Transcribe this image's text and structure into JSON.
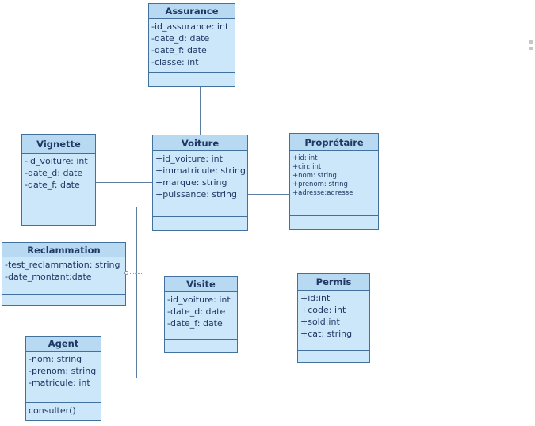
{
  "colors": {
    "box_border": "#41719C",
    "header_fill": "#B8D9F2",
    "body_fill": "#CDE7FA",
    "text": "#1F3864",
    "connector": "#5B7DA0"
  },
  "classes": {
    "assurance": {
      "name": "Assurance",
      "attributes": [
        "-id_assurance: int",
        "-date_d: date",
        "-date_f: date",
        "-classe: int"
      ]
    },
    "vignette": {
      "name": "Vignette",
      "attributes": [
        "-id_voiture: int",
        "-date_d: date",
        "-date_f: date"
      ]
    },
    "voiture": {
      "name": "Voiture",
      "attributes": [
        "+id_voiture: int",
        "+immatricule: string",
        "+marque: string",
        "+puissance: string"
      ]
    },
    "proprietaire": {
      "name": "Proprétaire",
      "attributes": [
        "+id: int",
        "+cin: int",
        "+nom: string",
        "+prenom: string",
        "+adresse:adresse"
      ]
    },
    "reclammation": {
      "name": "Reclammation",
      "attributes": [
        "-test_reclammation: string",
        "-date_montant:date"
      ]
    },
    "visite": {
      "name": "Visite",
      "attributes": [
        "-id_voiture: int",
        "-date_d: date",
        "-date_f: date"
      ]
    },
    "permis": {
      "name": "Permis",
      "attributes": [
        "+id:int",
        "+code: int",
        "+sold:int",
        "+cat: string"
      ]
    },
    "agent": {
      "name": "Agent",
      "attributes": [
        "-nom: string",
        "-prenom: string",
        "-matricule: int"
      ],
      "methods": [
        "consulter()"
      ]
    }
  },
  "relations": [
    {
      "from": "Assurance",
      "to": "Voiture",
      "style": "solid"
    },
    {
      "from": "Vignette",
      "to": "Voiture",
      "style": "solid"
    },
    {
      "from": "Voiture",
      "to": "Proprétaire",
      "style": "solid"
    },
    {
      "from": "Voiture",
      "to": "Visite",
      "style": "solid"
    },
    {
      "from": "Proprétaire",
      "to": "Permis",
      "style": "solid"
    },
    {
      "from": "Agent",
      "to": "Voiture",
      "style": "solid-elbow"
    },
    {
      "from": "Reclammation",
      "to": "",
      "style": "dotted-circle-stub"
    }
  ]
}
